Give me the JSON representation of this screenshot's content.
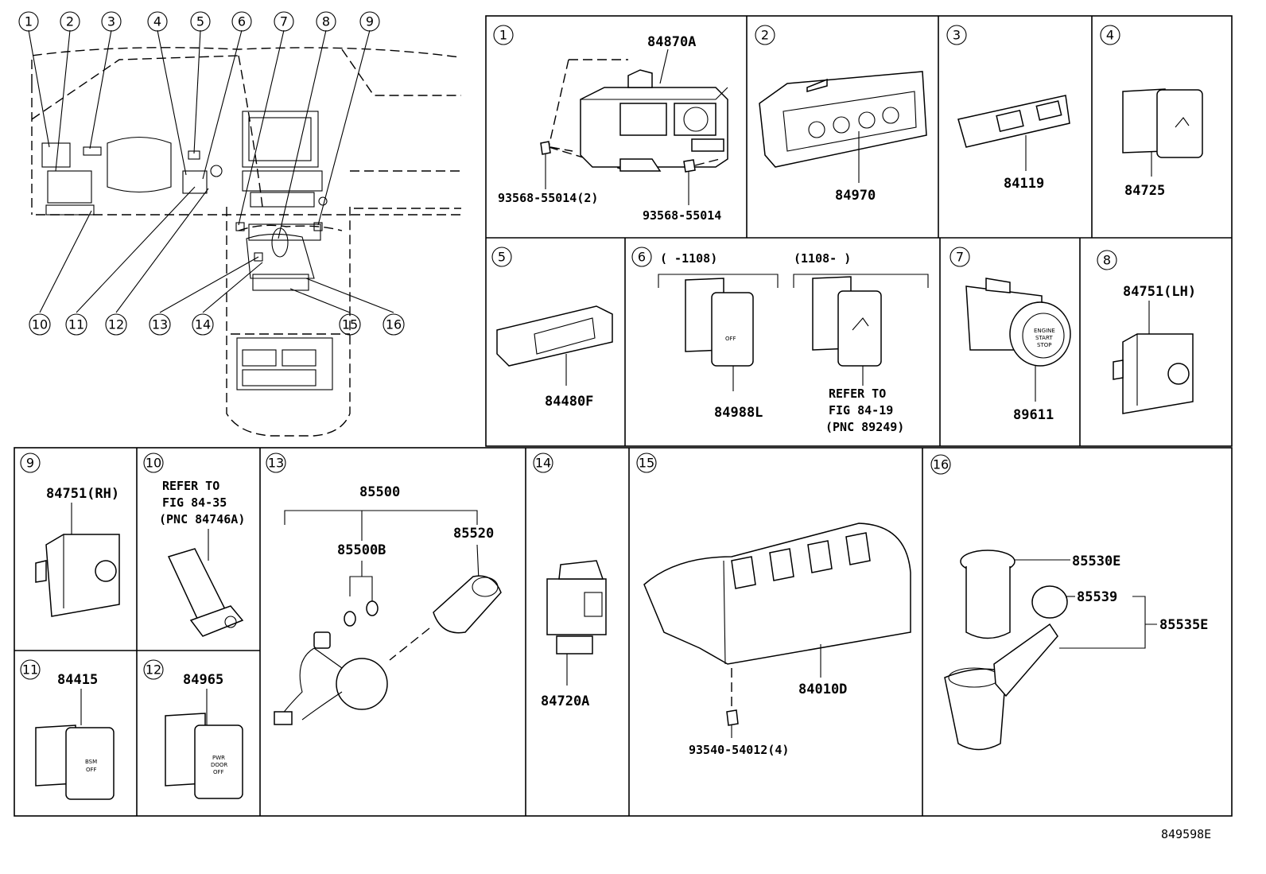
{
  "diagram_id": "849598E",
  "overview": {
    "callouts": [
      "1",
      "2",
      "3",
      "4",
      "5",
      "6",
      "7",
      "8",
      "9",
      "10",
      "11",
      "12",
      "13",
      "14",
      "15",
      "16"
    ]
  },
  "panels": [
    {
      "index": "1",
      "parts": [
        "84870A",
        "93568-55014(2)",
        "93568-55014"
      ]
    },
    {
      "index": "2",
      "parts": [
        "84970"
      ]
    },
    {
      "index": "3",
      "parts": [
        "84119"
      ]
    },
    {
      "index": "4",
      "parts": [
        "84725"
      ]
    },
    {
      "index": "5",
      "parts": [
        "84480F"
      ]
    },
    {
      "index": "6",
      "ranges": [
        "(    -1108)",
        "(1108-    )"
      ],
      "parts": [
        "84988L"
      ],
      "refer": [
        "REFER TO",
        "FIG 84-19",
        "(PNC 89249)"
      ]
    },
    {
      "index": "7",
      "parts": [
        "89611"
      ]
    },
    {
      "index": "8",
      "parts": [
        "84751(LH)"
      ]
    },
    {
      "index": "9",
      "parts": [
        "84751(RH)"
      ]
    },
    {
      "index": "10",
      "refer": [
        "REFER TO",
        "FIG 84-35",
        "(PNC 84746A)"
      ]
    },
    {
      "index": "11",
      "parts": [
        "84415"
      ]
    },
    {
      "index": "12",
      "parts": [
        "84965"
      ]
    },
    {
      "index": "13",
      "parts": [
        "85500",
        "85500B",
        "85520"
      ]
    },
    {
      "index": "14",
      "parts": [
        "84720A"
      ]
    },
    {
      "index": "15",
      "parts": [
        "84010D",
        "93540-54012(4)"
      ]
    },
    {
      "index": "16",
      "parts": [
        "85530E",
        "85539",
        "85535E"
      ]
    }
  ],
  "switch_text": {
    "bsm_off": [
      "BSM",
      "OFF"
    ],
    "pwr_door_off": [
      "PWR",
      "DOOR",
      "OFF"
    ],
    "vsc_off": "OFF",
    "engine_start_stop": [
      "ENGINE",
      "START",
      "STOP"
    ]
  }
}
